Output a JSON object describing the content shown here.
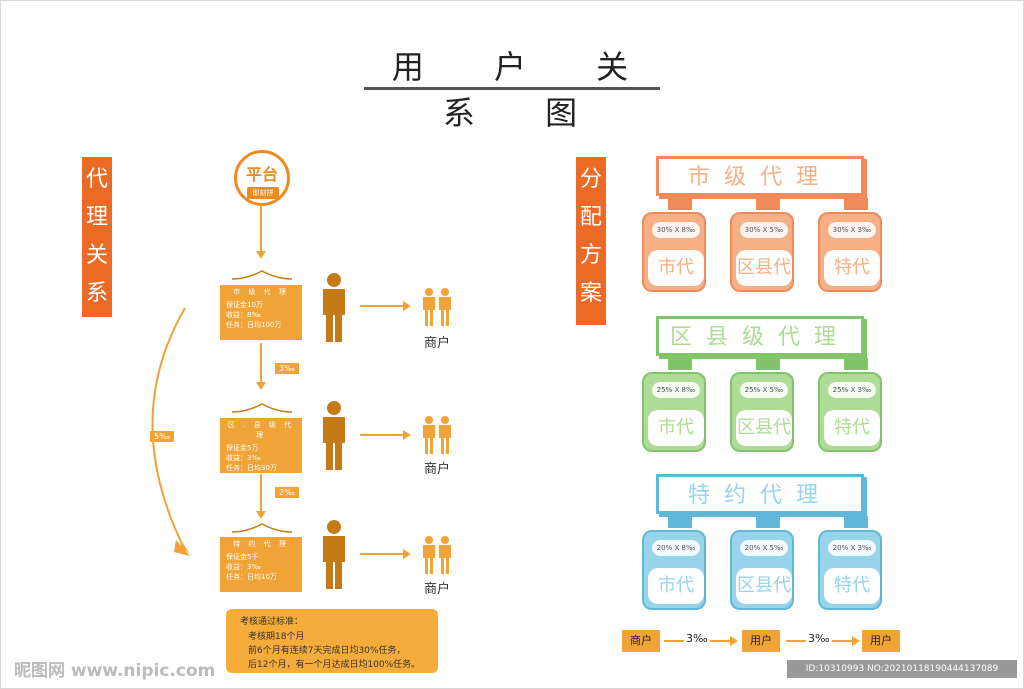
{
  "title": "用 户 关 系 图",
  "left_panel": {
    "side_label": "代理关系",
    "platform": {
      "label": "平台",
      "sub": "即刻拼"
    },
    "agents": [
      {
        "name": "市 级 代 理",
        "lines": [
          "保证金10万",
          "收益：8‰",
          "任务：日均100万"
        ],
        "rate_below": "3‰"
      },
      {
        "name": "区 . 县 级 代 理",
        "lines": [
          "保证金5万",
          "收益：3‰",
          "任务：日均30万"
        ],
        "rate_below": "2‰"
      },
      {
        "name": "特 约 代 理",
        "lines": [
          "保证金5千",
          "收益：3‰",
          "任务：日均10万"
        ],
        "rate_below": ""
      }
    ],
    "bypass_rate": "5‰",
    "shop_label": "商户",
    "criteria": {
      "title": "考核通过标准：",
      "lines": [
        "考核期18个月",
        "前6个月有连续7天完成日均30%任务，",
        "后12个月，有一个月达成日均100%任务。"
      ]
    }
  },
  "right_panel": {
    "side_label": "分配方案",
    "levels": [
      {
        "name": "市级代理",
        "color": "#ef8a5a",
        "fill": "#f7b086",
        "cards": [
          {
            "pct": "30% X 8‰",
            "name": "市代"
          },
          {
            "pct": "30% X 5‰",
            "name": "区县代"
          },
          {
            "pct": "30% X 3‰",
            "name": "特代"
          }
        ]
      },
      {
        "name": "区县级代理",
        "color": "#82c46c",
        "fill": "#aedb95",
        "cards": [
          {
            "pct": "25% X 8‰",
            "name": "市代"
          },
          {
            "pct": "25% X 5‰",
            "name": "区县代"
          },
          {
            "pct": "25% X 3‰",
            "name": "特代"
          }
        ]
      },
      {
        "name": "特约代理",
        "color": "#5fb7da",
        "fill": "#97d3ea",
        "cards": [
          {
            "pct": "20% X 8‰",
            "name": "市代"
          },
          {
            "pct": "20% X 5‰",
            "name": "区县代"
          },
          {
            "pct": "20% X 3‰",
            "name": "特代"
          }
        ]
      }
    ],
    "flow": {
      "from": "商户",
      "rate1": "3‰",
      "mid": "用户",
      "rate2": "3‰",
      "to": "用户"
    }
  },
  "watermark": "昵图网 www.nipic.com",
  "id_text": "ID:10310993 NO:20210118190444137089",
  "colors": {
    "accent": "#ea6a26",
    "agent": "#f0a336",
    "person": "#c47a16",
    "shop": "#f0a336"
  }
}
